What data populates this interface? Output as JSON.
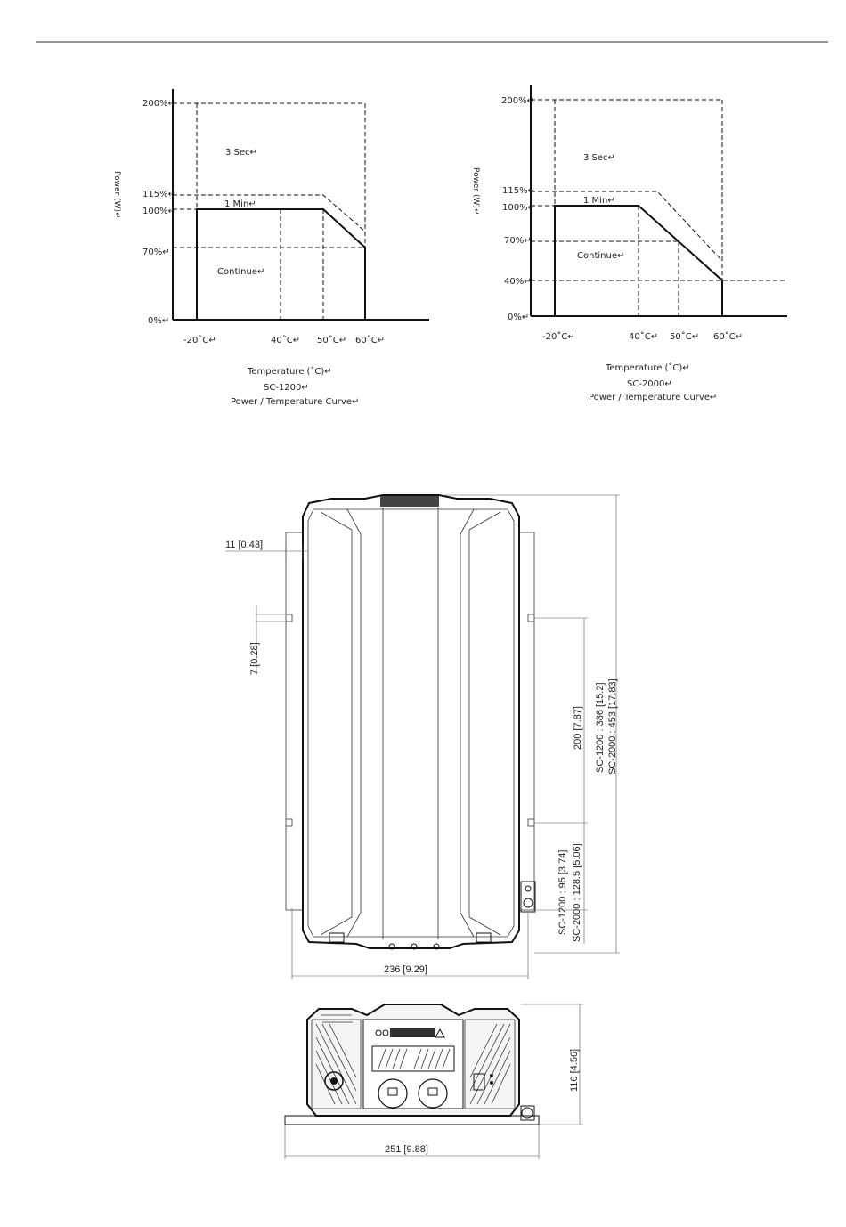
{
  "charts": [
    {
      "y_axis_label": "Power (W)↵",
      "y_ticks": [
        "200%↵",
        "115%↵",
        "100%↵",
        "70%↵",
        "0%↵"
      ],
      "x_ticks": [
        "-20˚C↵",
        "40˚C↵",
        "50˚C↵",
        "60˚C↵"
      ],
      "regions": {
        "short": "3 Sec↵",
        "minute": "1 Min↵",
        "continuous": "Continue↵"
      },
      "x_axis_label": "Temperature (˚C)↵",
      "model": "SC-1200↵",
      "caption": "Power / Temperature Curve↵"
    },
    {
      "y_axis_label": "Power (W)↵",
      "y_ticks": [
        "200%↵",
        "115%↵",
        "100%↵",
        "70%↵",
        "40%↵",
        "0%↵"
      ],
      "x_ticks": [
        "-20˚C↵",
        "40˚C↵",
        "50˚C↵",
        "60˚C↵"
      ],
      "regions": {
        "short": "3 Sec↵",
        "minute": "1 Min↵",
        "continuous": "Continue↵"
      },
      "x_axis_label": "Temperature (˚C)↵",
      "model": "SC-2000↵",
      "caption": "Power / Temperature Curve↵"
    }
  ],
  "chart_data": [
    {
      "type": "line",
      "x": [
        -20,
        40,
        50,
        60
      ],
      "series": [
        {
          "name": "1 Min",
          "values": [
            115,
            115,
            115,
            85
          ]
        },
        {
          "name": "Continue",
          "values": [
            100,
            100,
            100,
            70
          ]
        }
      ],
      "y_ticks": [
        0,
        70,
        100,
        115,
        200
      ]
    },
    {
      "type": "line",
      "x": [
        -20,
        40,
        50,
        60
      ],
      "series": [
        {
          "name": "1 Min",
          "values": [
            115,
            115,
            85,
            55
          ]
        },
        {
          "name": "Continue",
          "values": [
            100,
            100,
            70,
            40
          ]
        }
      ],
      "y_ticks": [
        0,
        40,
        70,
        100,
        115,
        200
      ]
    }
  ],
  "dimensions": {
    "edge_offset": "11 [0.43]",
    "slot_width": "7 [0.28]",
    "slot_spacing": "200 [7.87]",
    "length_sc1200": "SC-1200 : 386 [15.2]",
    "length_sc2000": "SC-2000 : 453 [17.83]",
    "mount_sc1200": "SC-1200 : 95 [3.74]",
    "mount_sc2000": "SC-2000 : 128.5 [5.06]",
    "body_width": "236 [9.29]",
    "height": "116 [4.56]",
    "base_width": "251 [9.88]"
  }
}
